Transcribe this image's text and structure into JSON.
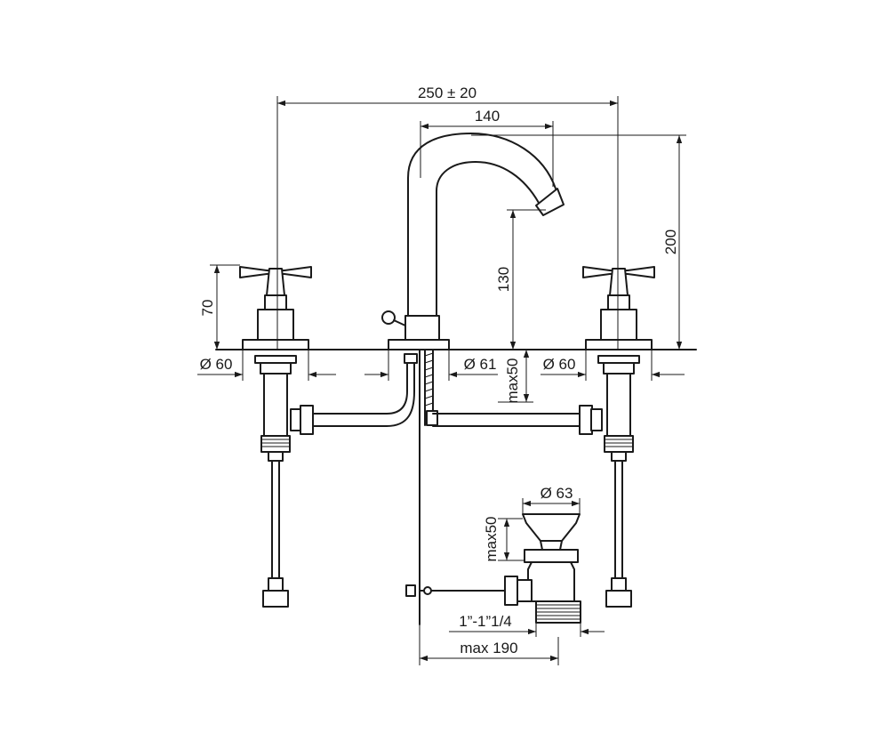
{
  "dimensions": {
    "overall_width": "250 ± 20",
    "spout_reach": "140",
    "total_height": "200",
    "spout_outlet_height": "130",
    "handle_height": "70",
    "handle_base_diameter_left": "Ø 60",
    "spout_base_diameter": "Ø 61",
    "deck_thickness_spout": "max50",
    "handle_base_diameter_right": "Ø 60",
    "drain_flange_diameter": "Ø 63",
    "drain_deck_thickness": "max50",
    "drain_thread": "1”-1”1/4",
    "drain_max_depth": "max 190"
  },
  "colors": {
    "line": "#1a1a1a",
    "background": "#ffffff"
  }
}
